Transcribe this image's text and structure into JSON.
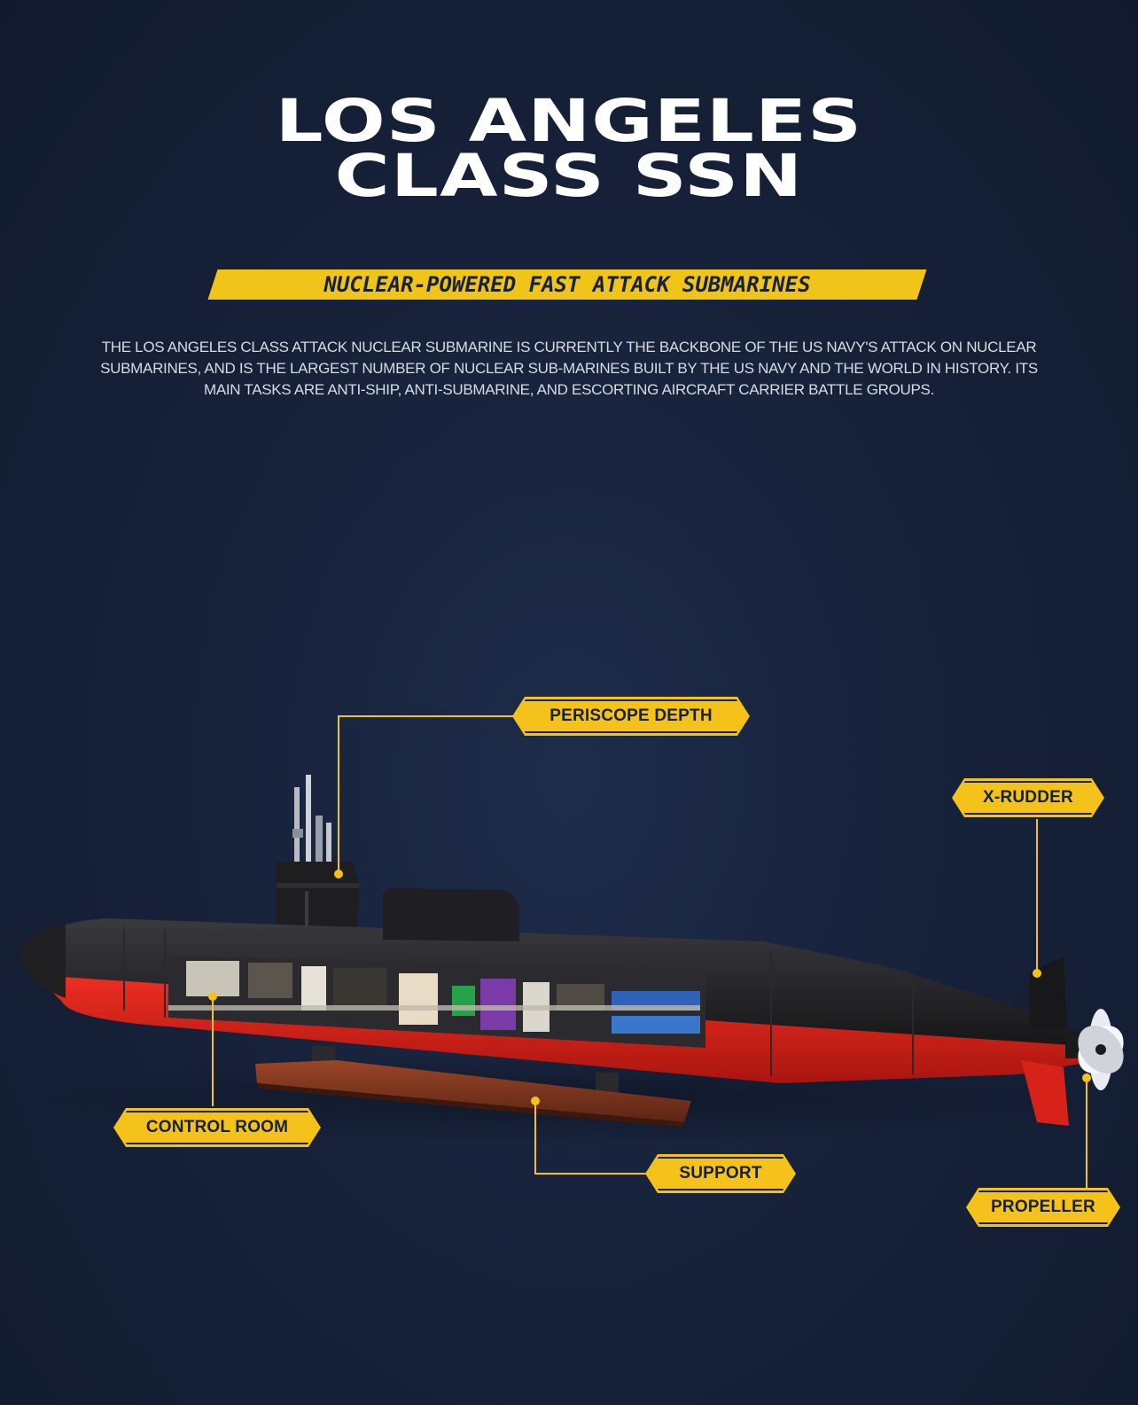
{
  "header": {
    "title_line1": "LOS ANGELES",
    "title_line2": "CLASS SSN",
    "subtitle": "NUCLEAR-POWERED FAST ATTACK SUBMARINES"
  },
  "description": "THE LOS ANGELES CLASS ATTACK NUCLEAR SUBMARINE IS CURRENTLY THE BACKBONE OF THE US NAVY'S ATTACK ON NUCLEAR SUBMARINES, AND IS THE LARGEST NUMBER OF NUCLEAR SUB-MARINES BUILT BY THE US NAVY AND THE WORLD IN HISTORY. ITS MAIN TASKS ARE ANTI-SHIP, ANTI-SUBMARINE, AND ESCORTING AIRCRAFT CARRIER BATTLE GROUPS.",
  "callouts": {
    "periscope_depth": "PERISCOPE DEPTH",
    "x_rudder": "X-RUDDER",
    "control_room": "CONTROL ROOM",
    "support": "SUPPORT",
    "propeller": "PROPELLER"
  },
  "colors": {
    "background": "#17223b",
    "accent_yellow": "#f4c21a",
    "hull_black": "#1c1c1e",
    "hull_red": "#e1251b",
    "stand_brown": "#7a3420"
  }
}
